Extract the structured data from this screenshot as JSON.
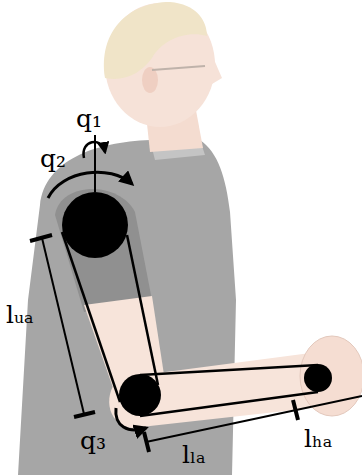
{
  "diagram": {
    "labels": [
      "q₁",
      "q₂",
      "lᵤₐ",
      "q₃",
      "lₗₐ",
      "lₕₐ"
    ]
  }
}
